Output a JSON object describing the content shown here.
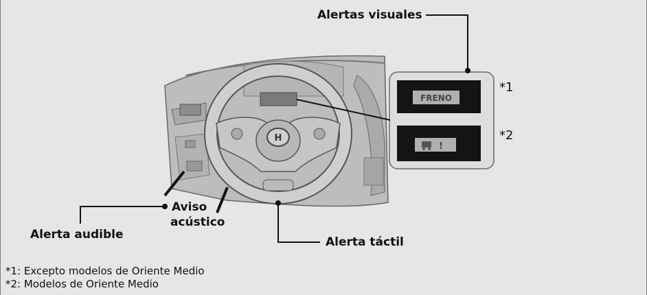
{
  "labels": {
    "visual_alerts": "Alertas visuales",
    "audible_alert": "Alerta audible",
    "acoustic_warning_line1": "Aviso",
    "acoustic_warning_line2": "acústico",
    "tactile_alert": "Alerta táctil"
  },
  "indicators": {
    "brake_text": "FRENO",
    "vehicle_text": "!"
  },
  "footnote_marks": {
    "mark1": "*1",
    "mark2": "*2"
  },
  "footnotes": [
    "*1: Excepto modelos de Oriente Medio",
    "*2: Modelos de Oriente Medio"
  ]
}
